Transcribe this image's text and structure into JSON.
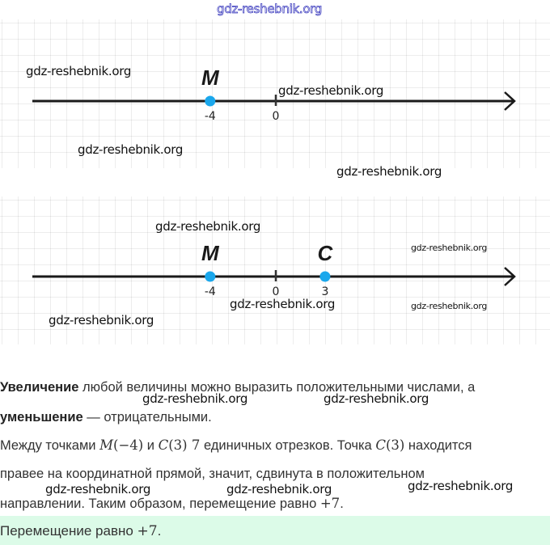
{
  "watermark": "gdz-reshebnik.org",
  "figure1": {
    "points": [
      {
        "label": "M",
        "value": -4
      }
    ],
    "ticks": [
      {
        "label": "-4",
        "value": -4
      },
      {
        "label": "0",
        "value": 0
      }
    ]
  },
  "figure2": {
    "points": [
      {
        "label": "M",
        "value": -4
      },
      {
        "label": "C",
        "value": 3
      }
    ],
    "ticks": [
      {
        "label": "-4",
        "value": -4
      },
      {
        "label": "0",
        "value": 0
      },
      {
        "label": "3",
        "value": 3
      }
    ]
  },
  "colors": {
    "point": "#1aa7ec",
    "answer_bg": "#dcfbe8",
    "axis": "#1a1a1a"
  },
  "text": {
    "p1_bold1": "Увеличение",
    "p1_rest1": " любой величины можно выразить положительными числами, а",
    "p1_bold2": "уменьшение",
    "p1_rest2": " — отрицательными.",
    "p2_a": "Между точками ",
    "p2_m": "M",
    "p2_m_arg": "(−4)",
    "p2_and": " и ",
    "p2_c": "C",
    "p2_c_arg": "(3)",
    "p2_seven": " 7",
    "p2_b": " единичных отрезков. Точка ",
    "p2_c2": "C",
    "p2_c2_arg": "(3)",
    "p2_c_end": " находится",
    "p3": "правее на координатной прямой, значит, сдвинута в положительном",
    "p4": "направлении. Таким образом, перемещение равно ",
    "p4_val": "+7",
    "p4_end": ".",
    "answer": "Перемещение равно ",
    "answer_val": "+7",
    "answer_end": "."
  }
}
